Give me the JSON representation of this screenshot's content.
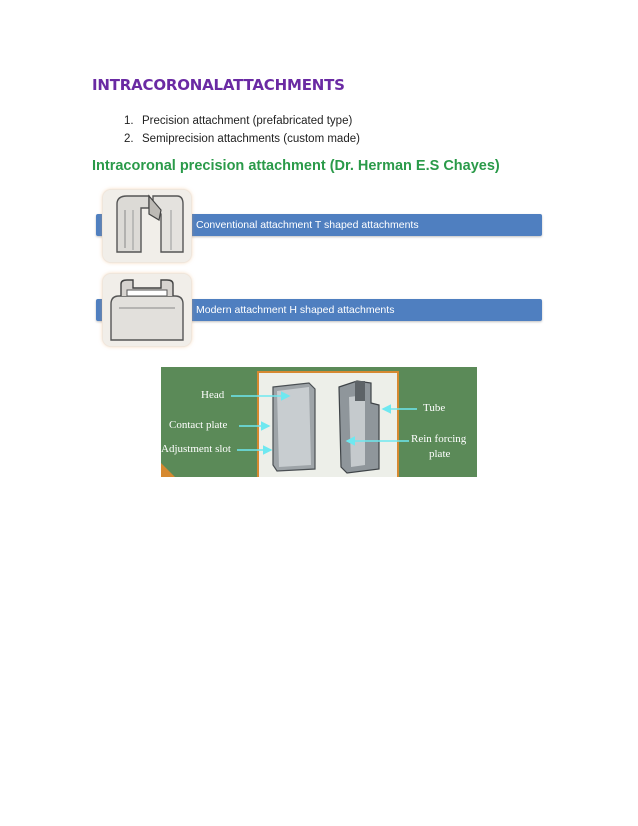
{
  "title": "INTRACORONALATTACHMENTS",
  "list": [
    {
      "num": "1.",
      "text": "Precision attachment (prefabricated type)"
    },
    {
      "num": "2.",
      "text": "Semiprecision attachments (custom made)"
    }
  ],
  "subheading": "Intracoronal precision attachment (Dr. Herman E.S Chayes)",
  "attachments": [
    {
      "label": "Conventional attachment T shaped attachments",
      "icon": "t-shaped-attachment-image"
    },
    {
      "label": "Modern attachment H shaped attachments",
      "icon": "h-shaped-attachment-image"
    }
  ],
  "figure": {
    "head": "Head",
    "contact_plate": "Contact plate",
    "adjustment_slot": "Adjustment slot",
    "tube": "Tube",
    "rein_forcing": "Rein forcing",
    "plate": "plate"
  },
  "colors": {
    "title": "#6a2aa3",
    "subheading": "#2a9a49",
    "bar": "#4f7fc0",
    "figure_bg": "#5b8a58",
    "arrow": "#6ee8f0"
  }
}
